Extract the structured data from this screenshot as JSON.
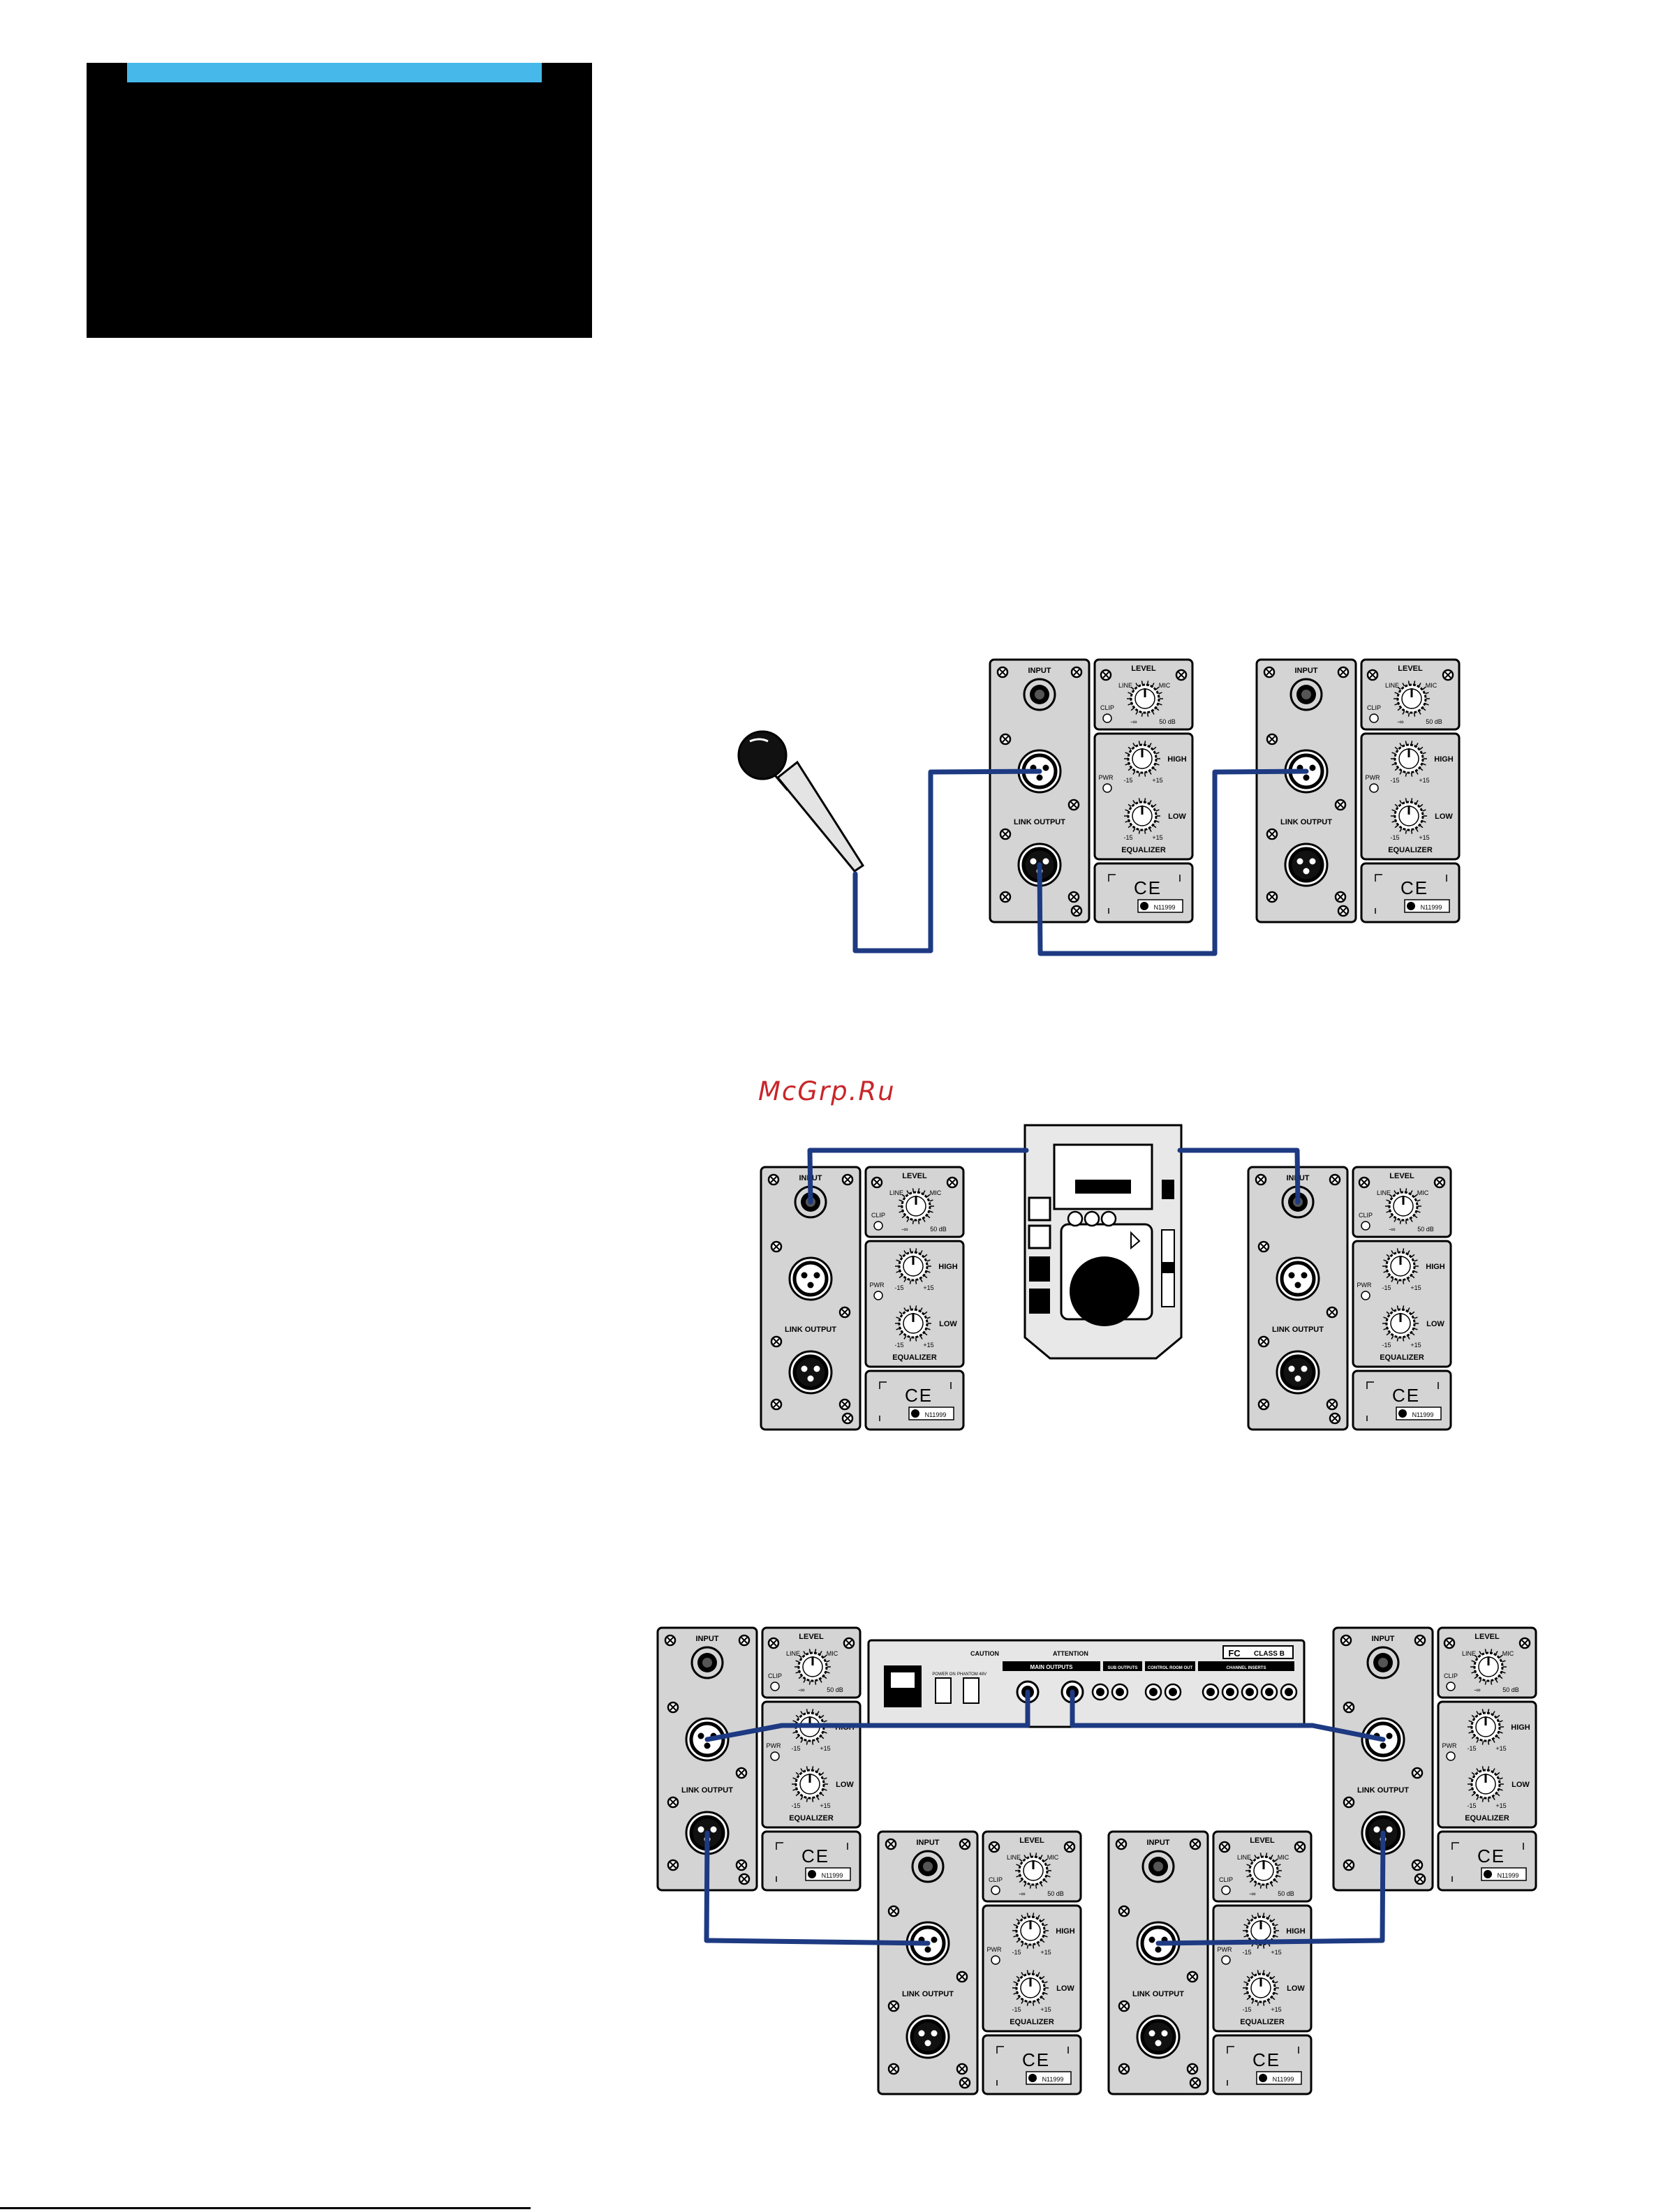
{
  "watermark": "McGrp.Ru",
  "colors": {
    "accent": "#46b9ea",
    "cable": "#1d3a82",
    "panel": "#d4d4d4",
    "watermark": "#c8262a"
  },
  "speaker_panel": {
    "input": "INPUT",
    "link_output": "LINK OUTPUT",
    "level": "LEVEL",
    "line": "LINE",
    "mic": "MIC",
    "clip": "CLIP",
    "inf": "-∞",
    "db": "50 dB",
    "pwr": "PWR",
    "high": "HIGH",
    "low": "LOW",
    "minus": "-15",
    "plus": "+15",
    "equalizer": "EQUALIZER",
    "ce": "CE",
    "cert": "N11999"
  },
  "mixer": {
    "caution": "CAUTION",
    "attention": "ATTENTION",
    "power_on": "POWER ON",
    "phantom": "PHANTOM 48V",
    "main_outputs": "MAIN OUTPUTS",
    "sub_outputs": "SUB OUTPUTS",
    "control_room": "CONTROL ROOM OUT",
    "channel_inserts": "CHANNEL INSERTS",
    "fcc": "FC",
    "class_b": "CLASS B"
  },
  "icons": [
    "microphone-icon",
    "cd-player-icon",
    "xlr-female-icon",
    "xlr-male-icon",
    "jack-icon",
    "knob-icon",
    "screw-icon"
  ]
}
